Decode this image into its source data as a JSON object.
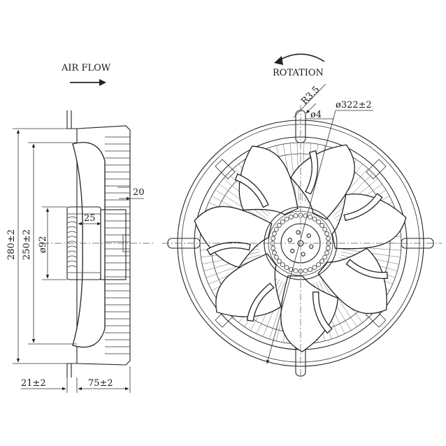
{
  "labels": {
    "air_flow": "AIR FLOW",
    "rotation": "ROTATION"
  },
  "dimensions": {
    "overall_height": "280±2",
    "grille_height": "250±2",
    "hub_diameter": "ø92",
    "hub_depth": "25",
    "guard_offset": "20",
    "mount_offset": "21±2",
    "depth": "75±2",
    "radius": "R3.5",
    "hole_diameter": "ø4",
    "fan_diameter": "ø322±2"
  },
  "colors": {
    "line": "#222222",
    "background": "#ffffff"
  },
  "icons": {
    "air_flow_arrow": "arrow-right-icon",
    "rotation_arrow": "curved-arrow-left-icon"
  }
}
